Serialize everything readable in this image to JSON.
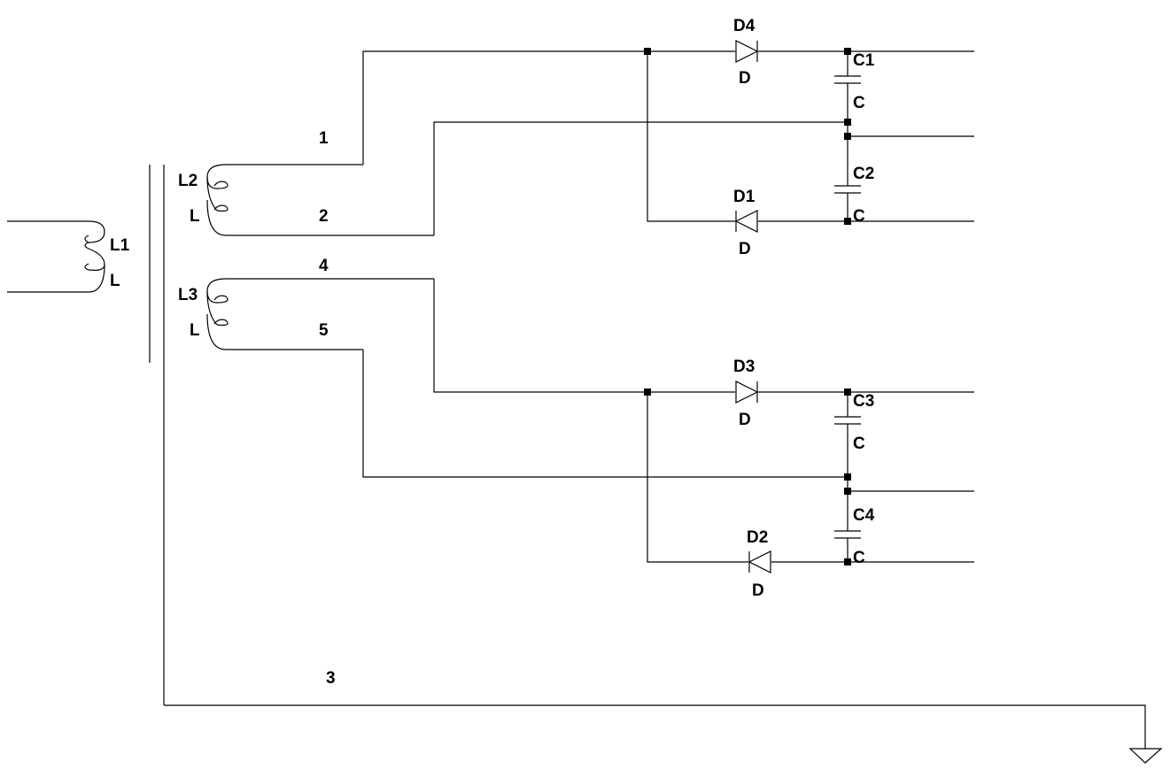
{
  "nets": {
    "n1": "1",
    "n2": "2",
    "n3": "3",
    "n4": "4",
    "n5": "5"
  },
  "inductors": {
    "L1": {
      "ref": "L1",
      "value": "L"
    },
    "L2": {
      "ref": "L2",
      "value": "L"
    },
    "L3": {
      "ref": "L3",
      "value": "L"
    }
  },
  "diodes": {
    "D1": {
      "ref": "D1",
      "value": "D"
    },
    "D2": {
      "ref": "D2",
      "value": "D"
    },
    "D3": {
      "ref": "D3",
      "value": "D"
    },
    "D4": {
      "ref": "D4",
      "value": "D"
    }
  },
  "capacitors": {
    "C1": {
      "ref": "C1",
      "value": "C"
    },
    "C2": {
      "ref": "C2",
      "value": "C"
    },
    "C3": {
      "ref": "C3",
      "value": "C"
    },
    "C4": {
      "ref": "C4",
      "value": "C"
    }
  },
  "colors": {
    "wire": "#000000",
    "background": "#ffffff"
  },
  "icons": {
    "ground": "ground-symbol-icon"
  }
}
